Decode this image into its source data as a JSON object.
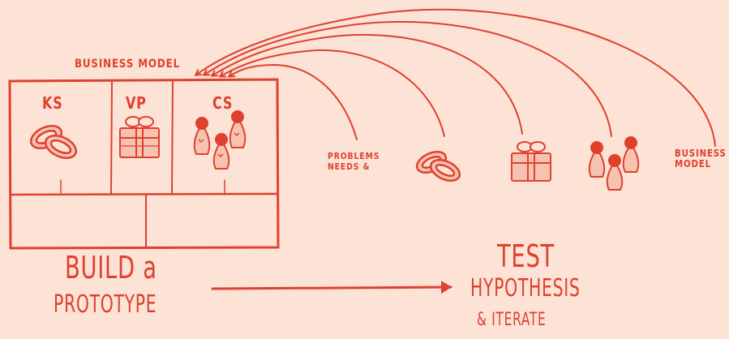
{
  "diagram": {
    "colors": {
      "background": "#fce3d6",
      "ink": "#e0402e",
      "fill": "#f7c3b1"
    },
    "canvas": {
      "title": "BUSINESS MODEL",
      "blocks": [
        {
          "label": "KS",
          "icon": "rings-icon"
        },
        {
          "label": "VP",
          "icon": "gift-icon"
        },
        {
          "label": "CS",
          "icon": "penguins-icon"
        }
      ]
    },
    "assumptions": {
      "items": [
        {
          "label": "PROBLEMS\nNEEDS &"
        },
        {
          "icon": "rings-icon"
        },
        {
          "icon": "gift-icon"
        },
        {
          "icon": "penguins-icon"
        },
        {
          "label": "BUSINESS\nMODEL"
        }
      ]
    },
    "build": {
      "line1": "BUILD a",
      "line2": "PROTOTYPE"
    },
    "test": {
      "line1": "TEST",
      "line2": "HYPOTHESIS",
      "line3": "& ITERATE"
    }
  }
}
